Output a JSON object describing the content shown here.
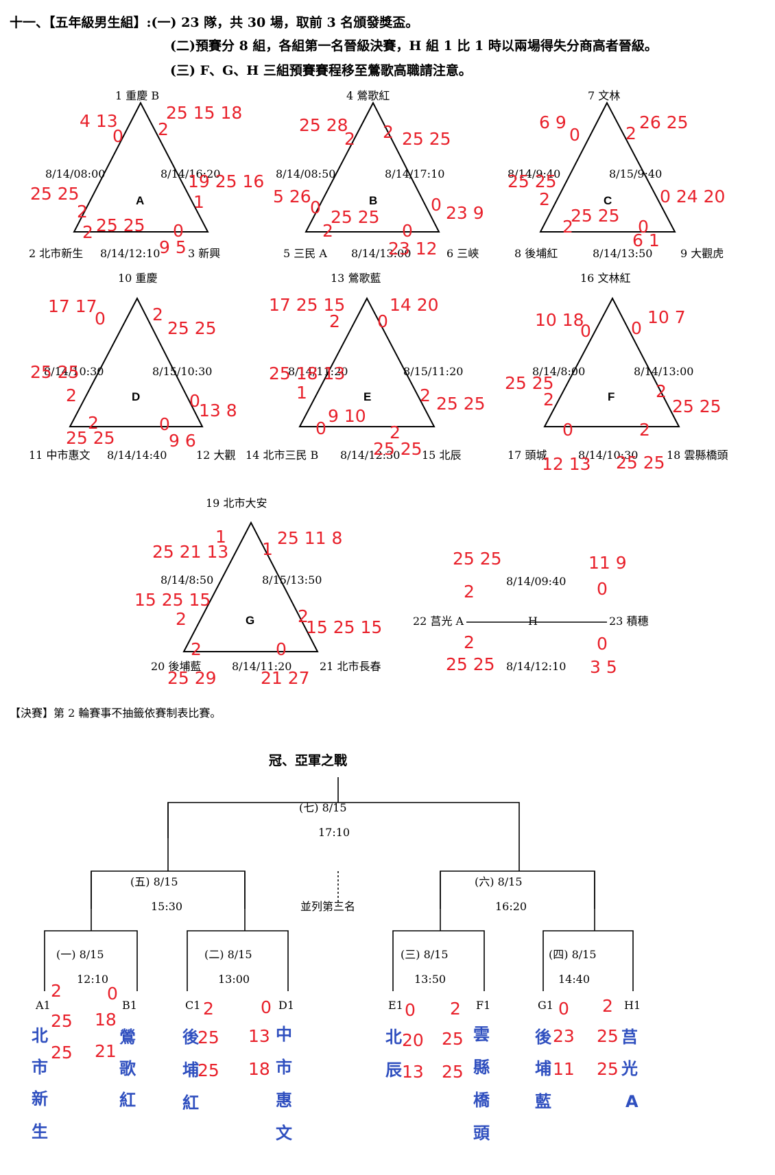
{
  "header": {
    "line1": "十一、【五年級男生組】:(一) 23 隊，共 30 場，取前 3 名頒發獎盃。",
    "line2": "(二)預賽分 8 組，各組第一名晉級決賽，H 組 1 比 1 時以兩場得失分商高者晉級。",
    "line3": "(三) F、G、H 三組預賽賽程移至鶯歌高職請注意。"
  },
  "groups": [
    {
      "label": "A",
      "top": "1 重慶 B",
      "left": "2 北市新生",
      "right": "3 新興",
      "time_left": "8/14/08:00",
      "time_right": "8/14/16:20",
      "time_bottom": "8/14/12:10"
    },
    {
      "label": "B",
      "top": "4 鶯歌紅",
      "left": "5 三民 A",
      "right": "6 三峽",
      "time_left": "8/14/08:50",
      "time_right": "8/14/17:10",
      "time_bottom": "8/14/13:00"
    },
    {
      "label": "C",
      "top": "7 文林",
      "left": "8 後埔紅",
      "right": "9 大觀虎",
      "time_left": "8/14/9:40",
      "time_right": "8/15/9:40",
      "time_bottom": "8/14/13:50"
    },
    {
      "label": "D",
      "top": "10 重慶",
      "left": "11 中市惠文",
      "right": "12 大觀",
      "time_left": "8/14/10:30",
      "time_right": "8/15/10:30",
      "time_bottom": "8/14/14:40"
    },
    {
      "label": "E",
      "top": "13 鶯歌藍",
      "left": "14 北市三民 B",
      "right": "15 北辰",
      "time_left": "8/14/11:20",
      "time_right": "8/15/11:20",
      "time_bottom": "8/14/12:30"
    },
    {
      "label": "F",
      "top": "16 文林紅",
      "left": "17 頭城",
      "right": "18 雲縣橋頭",
      "time_left": "8/14/8:00",
      "time_right": "8/14/13:00",
      "time_bottom": "8/14/10:30"
    },
    {
      "label": "G",
      "top": "19 北市大安",
      "left": "20 後埔藍",
      "right": "21 北市長春",
      "time_left": "8/14/8:50",
      "time_right": "8/15/13:50",
      "time_bottom": "8/14/11:20"
    }
  ],
  "group_h": {
    "label": "H",
    "left": "22 莒光 A",
    "right": "23 積穗",
    "time_top": "8/14/09:40",
    "time_bottom": "8/14/12:10"
  },
  "scores": {
    "a": [
      "4 13",
      "0",
      "2",
      "25 15 18",
      "25 25",
      "2",
      "19 25 16",
      "1",
      "2",
      "25 25",
      "0",
      "9 5"
    ],
    "b": [
      "25 28",
      "2",
      "2",
      "25 25",
      "5 26",
      "0",
      "0",
      "23 9",
      "2",
      "25 25",
      "0",
      "23 12"
    ],
    "c": [
      "6 9",
      "0",
      "2",
      "26 25",
      "25 25",
      "2",
      "0 24 20",
      "2",
      "25 25",
      "0",
      "6 1"
    ],
    "d": [
      "17 17",
      "0",
      "2",
      "25 25",
      "25 25",
      "2",
      "0",
      "13 8",
      "2",
      "25 25",
      "0",
      "9 6"
    ],
    "e": [
      "17 25 15",
      "2",
      "0",
      "14 20",
      "25 18 13",
      "1",
      "2",
      "25 25",
      "0",
      "9 10",
      "2",
      "25 25"
    ],
    "f": [
      "10 18",
      "0",
      "0",
      "10 7",
      "25 25",
      "2",
      "2",
      "25 25",
      "0",
      "12 13",
      "2",
      "25 25"
    ],
    "g": [
      "1",
      "25 21 13",
      "1",
      "25 11 8",
      "15 25 15",
      "2",
      "2",
      "15 25 15",
      "2",
      "25 29",
      "0",
      "21 27"
    ],
    "h": [
      "25 25",
      "2",
      "2",
      "25 25",
      "11 9",
      "0",
      "0",
      "3 5"
    ]
  },
  "finals": {
    "heading": "【決賽】第 2 輪賽事不抽籤依賽制表比賽。",
    "title": "冠、亞軍之戰",
    "m7_date": "(七) 8/15",
    "m7_time": "17:10",
    "m5_date": "(五) 8/15",
    "m5_time": "15:30",
    "m6_date": "(六) 8/15",
    "m6_time": "16:20",
    "third": "並列第三名",
    "m1_date": "(一) 8/15",
    "m1_time": "12:10",
    "m2_date": "(二) 8/15",
    "m2_time": "13:00",
    "m3_date": "(三) 8/15",
    "m3_time": "13:50",
    "m4_date": "(四) 8/15",
    "m4_time": "14:40",
    "seeds": [
      "A1",
      "B1",
      "C1",
      "D1",
      "E1",
      "F1",
      "G1",
      "H1"
    ],
    "teams": [
      [
        "北",
        "市",
        "新",
        "生"
      ],
      [
        "鶯",
        "歌",
        "紅"
      ],
      [
        "後",
        "埔",
        "紅"
      ],
      [
        "中",
        "市",
        "惠",
        "文"
      ],
      [
        "北",
        "辰"
      ],
      [
        "雲",
        "縣",
        "橋",
        "頭"
      ],
      [
        "後",
        "埔",
        "藍"
      ],
      [
        "莒",
        "光",
        "A"
      ]
    ],
    "set_counts": [
      "2",
      "0",
      "2",
      "0",
      "0",
      "2",
      "0",
      "2"
    ],
    "set_scores": [
      [
        "25",
        "25"
      ],
      [
        "18",
        "21"
      ],
      [
        "25",
        "25"
      ],
      [
        "13",
        "18"
      ],
      [
        "20",
        "13"
      ],
      [
        "25",
        "25"
      ],
      [
        "23",
        "11"
      ],
      [
        "25",
        "25"
      ]
    ]
  }
}
